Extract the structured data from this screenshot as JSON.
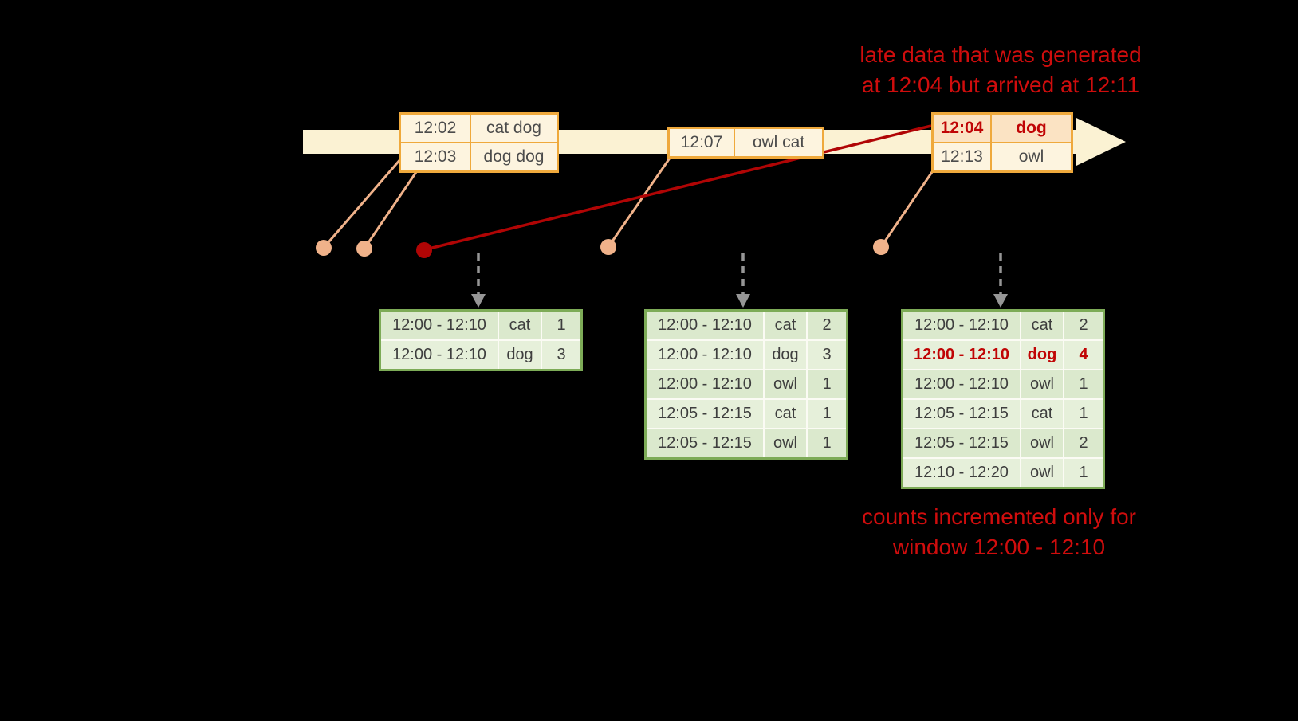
{
  "annotations": {
    "late_data": {
      "line1": "late data that was generated",
      "line2": "at 12:04 but arrived at 12:11"
    },
    "counts": {
      "line1": "counts incremented only for",
      "line2": "window 12:00 - 12:10"
    }
  },
  "events": [
    {
      "rows": [
        {
          "time": "12:02",
          "words": "cat dog"
        },
        {
          "time": "12:03",
          "words": "dog dog"
        }
      ]
    },
    {
      "rows": [
        {
          "time": "12:07",
          "words": "owl cat"
        }
      ]
    },
    {
      "rows": [
        {
          "time": "12:04",
          "words": "dog",
          "late": true
        },
        {
          "time": "12:13",
          "words": "owl"
        }
      ]
    }
  ],
  "result_tables": [
    {
      "rows": [
        {
          "window": "12:00 - 12:10",
          "word": "cat",
          "count": "1"
        },
        {
          "window": "12:00 - 12:10",
          "word": "dog",
          "count": "3"
        }
      ]
    },
    {
      "rows": [
        {
          "window": "12:00 - 12:10",
          "word": "cat",
          "count": "2"
        },
        {
          "window": "12:00 - 12:10",
          "word": "dog",
          "count": "3"
        },
        {
          "window": "12:00 - 12:10",
          "word": "owl",
          "count": "1"
        },
        {
          "window": "12:05 - 12:15",
          "word": "cat",
          "count": "1"
        },
        {
          "window": "12:05 - 12:15",
          "word": "owl",
          "count": "1"
        }
      ]
    },
    {
      "rows": [
        {
          "window": "12:00 - 12:10",
          "word": "cat",
          "count": "2"
        },
        {
          "window": "12:00 - 12:10",
          "word": "dog",
          "count": "4",
          "late": true
        },
        {
          "window": "12:00 - 12:10",
          "word": "owl",
          "count": "1"
        },
        {
          "window": "12:05 - 12:15",
          "word": "cat",
          "count": "1"
        },
        {
          "window": "12:05 - 12:15",
          "word": "owl",
          "count": "2"
        },
        {
          "window": "12:10 - 12:20",
          "word": "owl",
          "count": "1"
        }
      ]
    }
  ],
  "colors": {
    "background": "#000000",
    "timeline_fill": "#fbf2d3",
    "event_border": "#efa93c",
    "event_fill": "#fdf4df",
    "late_event_fill": "#fbe3c3",
    "late_text": "#c00505",
    "table_border": "#7dab57",
    "table_fill_odd": "#dbe9cd",
    "table_fill_even": "#e6f0da",
    "dot": "#f0b28a",
    "late_dot": "#b00505",
    "annotation_red": "#cf0d0d",
    "trigger_arrow_gray": "#969696"
  }
}
